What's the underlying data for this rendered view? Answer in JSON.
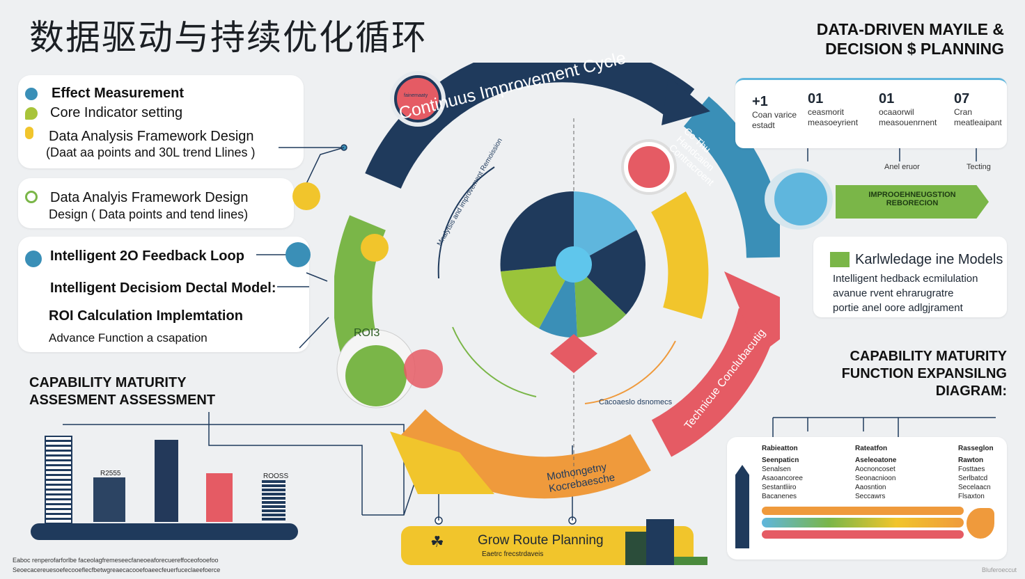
{
  "header": {
    "title_cn": "数据驱动与持续优化循环",
    "title_en_line1": "DATA-DRIVEN MAYILE &",
    "title_en_line2": "DECISION $ PLANNING"
  },
  "left_card_1": {
    "items": [
      "Effect Measurement",
      "Core Indicator setting",
      "Data Analysis Framework Design",
      "(Daat aa points and 30L trend Llines )"
    ]
  },
  "left_card_2": {
    "items": [
      "Data Analyis Framework Design",
      "Design (    Data points and tend lines)"
    ]
  },
  "left_card_3": {
    "items": [
      "Intelligent 2O Feedback Loop",
      "Intelligent Decisiom Dectal Model:",
      "ROI Calculation Implemtation",
      "Advance Function  a csapation"
    ]
  },
  "capability_left": {
    "title_line1": "CAPABILITY MATURITY",
    "title_line2": "ASSESMENT ASSESSMENT",
    "bar_labels": [
      "R2555",
      "ROOSS"
    ]
  },
  "cycle": {
    "outer_label": "Continuus Improvement Cycle",
    "right_label": "Co Thu Handcaion Contracroent",
    "red_label": "Technicue Conclubacutig",
    "bottom_label": "Mothongetny Kocrebaesche",
    "inner_label": "Mnalytsis and improvement Remoission",
    "inner_bottom": "Cacoaeslo dsnomecs",
    "roi_label": "ROI3",
    "badge_top": "fainemaaty"
  },
  "metrics": {
    "items": [
      {
        "num": "+1",
        "label": "Coan varice estadt"
      },
      {
        "num": "01",
        "label": "ceasmorit measoeyrient"
      },
      {
        "num": "01",
        "label": "ocaaorwil measouenrnent"
      },
      {
        "num": "07",
        "label": "Cran meatleaipant"
      }
    ],
    "sub_labels": [
      "Anel eruor",
      "Tecting"
    ]
  },
  "improvement_bar": {
    "line1": "IMPROOEHNEUGSTION",
    "line2": "REBORECION"
  },
  "knowledge_card": {
    "title": "Karlwledage ine Models",
    "lines": [
      "Intelligent hedback ecmilulation",
      "avanue rvent ehrarugratre",
      "portie anel oore adlgjrament"
    ]
  },
  "capability_right": {
    "title_line1": "CAPABILITY MATURITY",
    "title_line2": "FUNCTION EXPANSILNG",
    "title_line3": "DIAGRAM:",
    "cols": [
      {
        "head": "Rabieatton",
        "sub": "Seenpaticn",
        "items": [
          "Senalsen",
          "Asaoancoree",
          "Sestantliiro",
          "Bacanenes"
        ]
      },
      {
        "head": "Rateatfon",
        "sub": "Aseleoatone",
        "items": [
          "Aocnoncoset",
          "Seonacnioon",
          "Aaosntion",
          "Seccawrs"
        ]
      },
      {
        "head": "Rasseglon",
        "sub": "Rawton",
        "items": [
          "Fosttaes",
          "Serlbatcd",
          "Secelaacn",
          "Flsaxton"
        ]
      }
    ]
  },
  "route": {
    "title": "Grow Route Planning",
    "sub": "Eaetrc frecstrdaveis"
  },
  "footer": {
    "line1": "Eaboc renperofarforlbe faceolagfremeseecfaneoeaforecuereffoceofooefoo",
    "line2": "Seoecacereuesoefecooeflecfbetwgreaecacooefoaeecfeuerfuceclaeefoerce",
    "watermark": "Bluferoeccut"
  },
  "colors": {
    "navy": "#1f3a5c",
    "teal": "#3a8fb7",
    "lightblue": "#5fb6dd",
    "green": "#7ab648",
    "yellow": "#f1c52c",
    "orange": "#ef9a3c",
    "red": "#e55b64"
  }
}
